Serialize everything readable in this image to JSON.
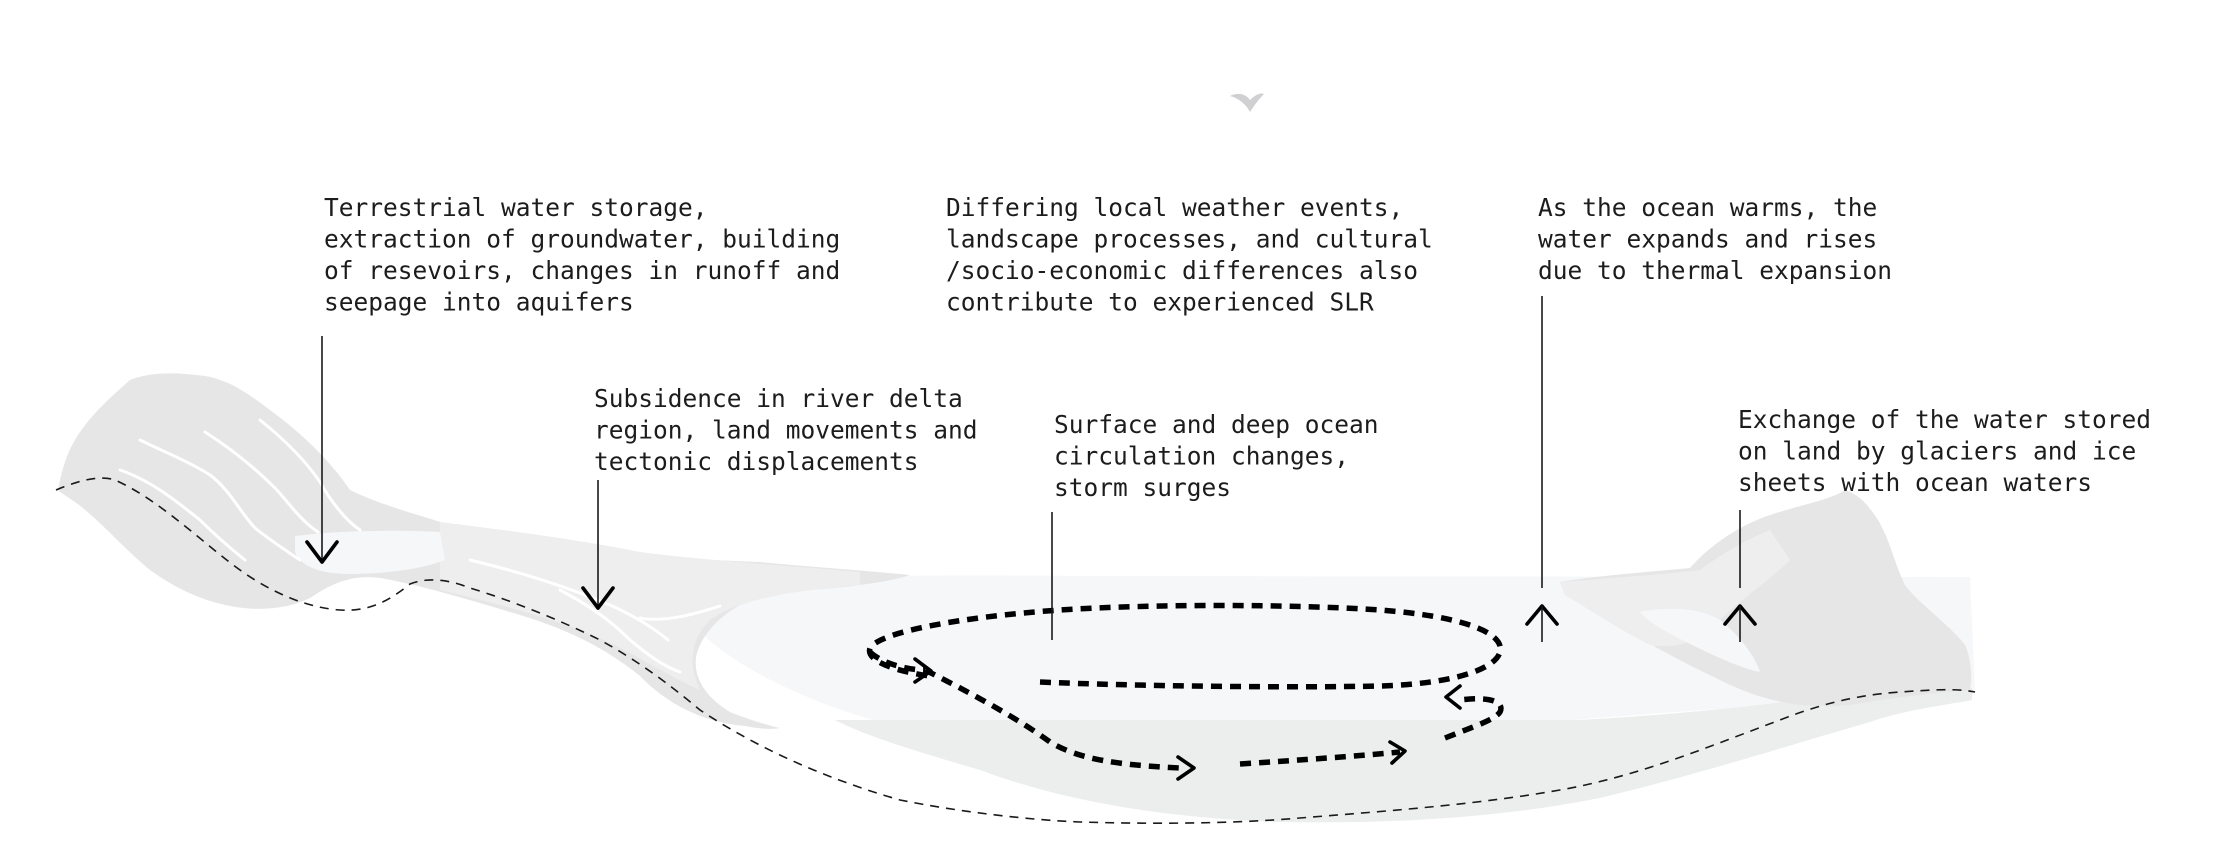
{
  "annotations": {
    "terrestrial_storage": {
      "lines": [
        "Terrestrial water storage,",
        "extraction of groundwater, building",
        "of resevoirs, changes in runoff and",
        "seepage into aquifers"
      ]
    },
    "local_differences": {
      "lines": [
        "Differing local weather events,",
        "landscape processes, and cultural",
        "/socio-economic differences also",
        "contribute to experienced SLR"
      ]
    },
    "thermal_expansion": {
      "lines": [
        "As the ocean warms, the",
        "water expands and rises",
        "due to thermal expansion"
      ]
    },
    "subsidence": {
      "lines": [
        "Subsidence in river delta",
        "region, land movements and",
        "tectonic displacements"
      ]
    },
    "ocean_circulation": {
      "lines": [
        "Surface and deep ocean",
        "circulation changes,",
        "storm surges"
      ]
    },
    "glacier_exchange": {
      "lines": [
        "Exchange of the water stored",
        "on land by glaciers and ice",
        "sheets with ocean waters"
      ]
    }
  },
  "icons": {
    "arrow_down": "arrow-down-icon",
    "arrow_up": "arrow-up-icon",
    "bird": "bird-icon"
  },
  "colors": {
    "land": "#e6e6e7",
    "water_surface": "#f6f7f9",
    "water_deep": "#eceded",
    "ink": "#1a1a1a",
    "circulation": "#000000"
  }
}
